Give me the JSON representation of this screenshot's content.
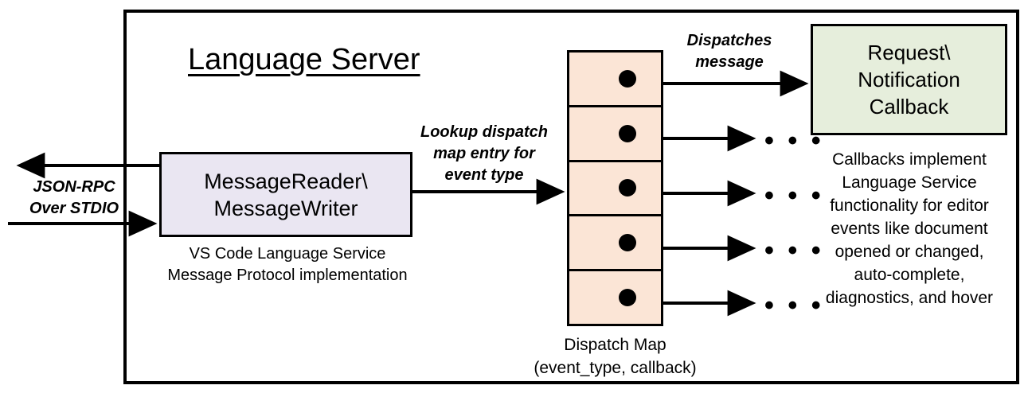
{
  "diagram": {
    "title": "Language Server",
    "boundary_label": "Language Server"
  },
  "nodes": {
    "message_io": {
      "label": "MessageReader\\\nMessageWriter",
      "line1": "MessageReader\\",
      "line2": "MessageWriter",
      "fill": "#EAE6F2",
      "caption_line1": "VS Code Language Service",
      "caption_line2": "Message Protocol implementation"
    },
    "callback": {
      "line1": "Request\\",
      "line2": "Notification",
      "line3": "Callback",
      "fill": "#E6EEDC",
      "caption": "Callbacks implement Language Service functionality for editor events like document opened or changed, auto-complete, diagnostics, and hover",
      "caption_lines": [
        "Callbacks implement",
        "Language Service",
        "functionality for editor",
        "events like document",
        "opened or changed,",
        "auto-complete,",
        "diagnostics, and hover"
      ]
    },
    "dispatch_map": {
      "fill": "#FBE5D6",
      "rows": [
        {
          "id": "row-1",
          "has_dot": true,
          "out_target": "callback-box"
        },
        {
          "id": "row-2",
          "has_dot": true,
          "out_target": "ellipsis"
        },
        {
          "id": "row-3",
          "has_dot": true,
          "out_target": "ellipsis"
        },
        {
          "id": "row-4",
          "has_dot": true,
          "out_target": "ellipsis"
        },
        {
          "id": "row-5",
          "has_dot": true,
          "out_target": "ellipsis"
        }
      ],
      "caption_line1": "Dispatch Map",
      "caption_line2": "(event_type, callback)"
    }
  },
  "edges": {
    "jsonrpc": {
      "line1": "JSON-RPC",
      "line2": "Over STDIO",
      "direction": "bidirectional"
    },
    "lookup": {
      "line1": "Lookup dispatch",
      "line2": "map entry for",
      "line3": "event type"
    },
    "dispatches": {
      "line1": "Dispatches",
      "line2": "message"
    }
  },
  "ellipses": {
    "glyph": "• • •",
    "count": 4
  },
  "colors": {
    "stroke": "#000000",
    "canvas": "#ffffff",
    "lavender": "#EAE6F2",
    "peach": "#FBE5D6",
    "green": "#E6EEDC"
  }
}
